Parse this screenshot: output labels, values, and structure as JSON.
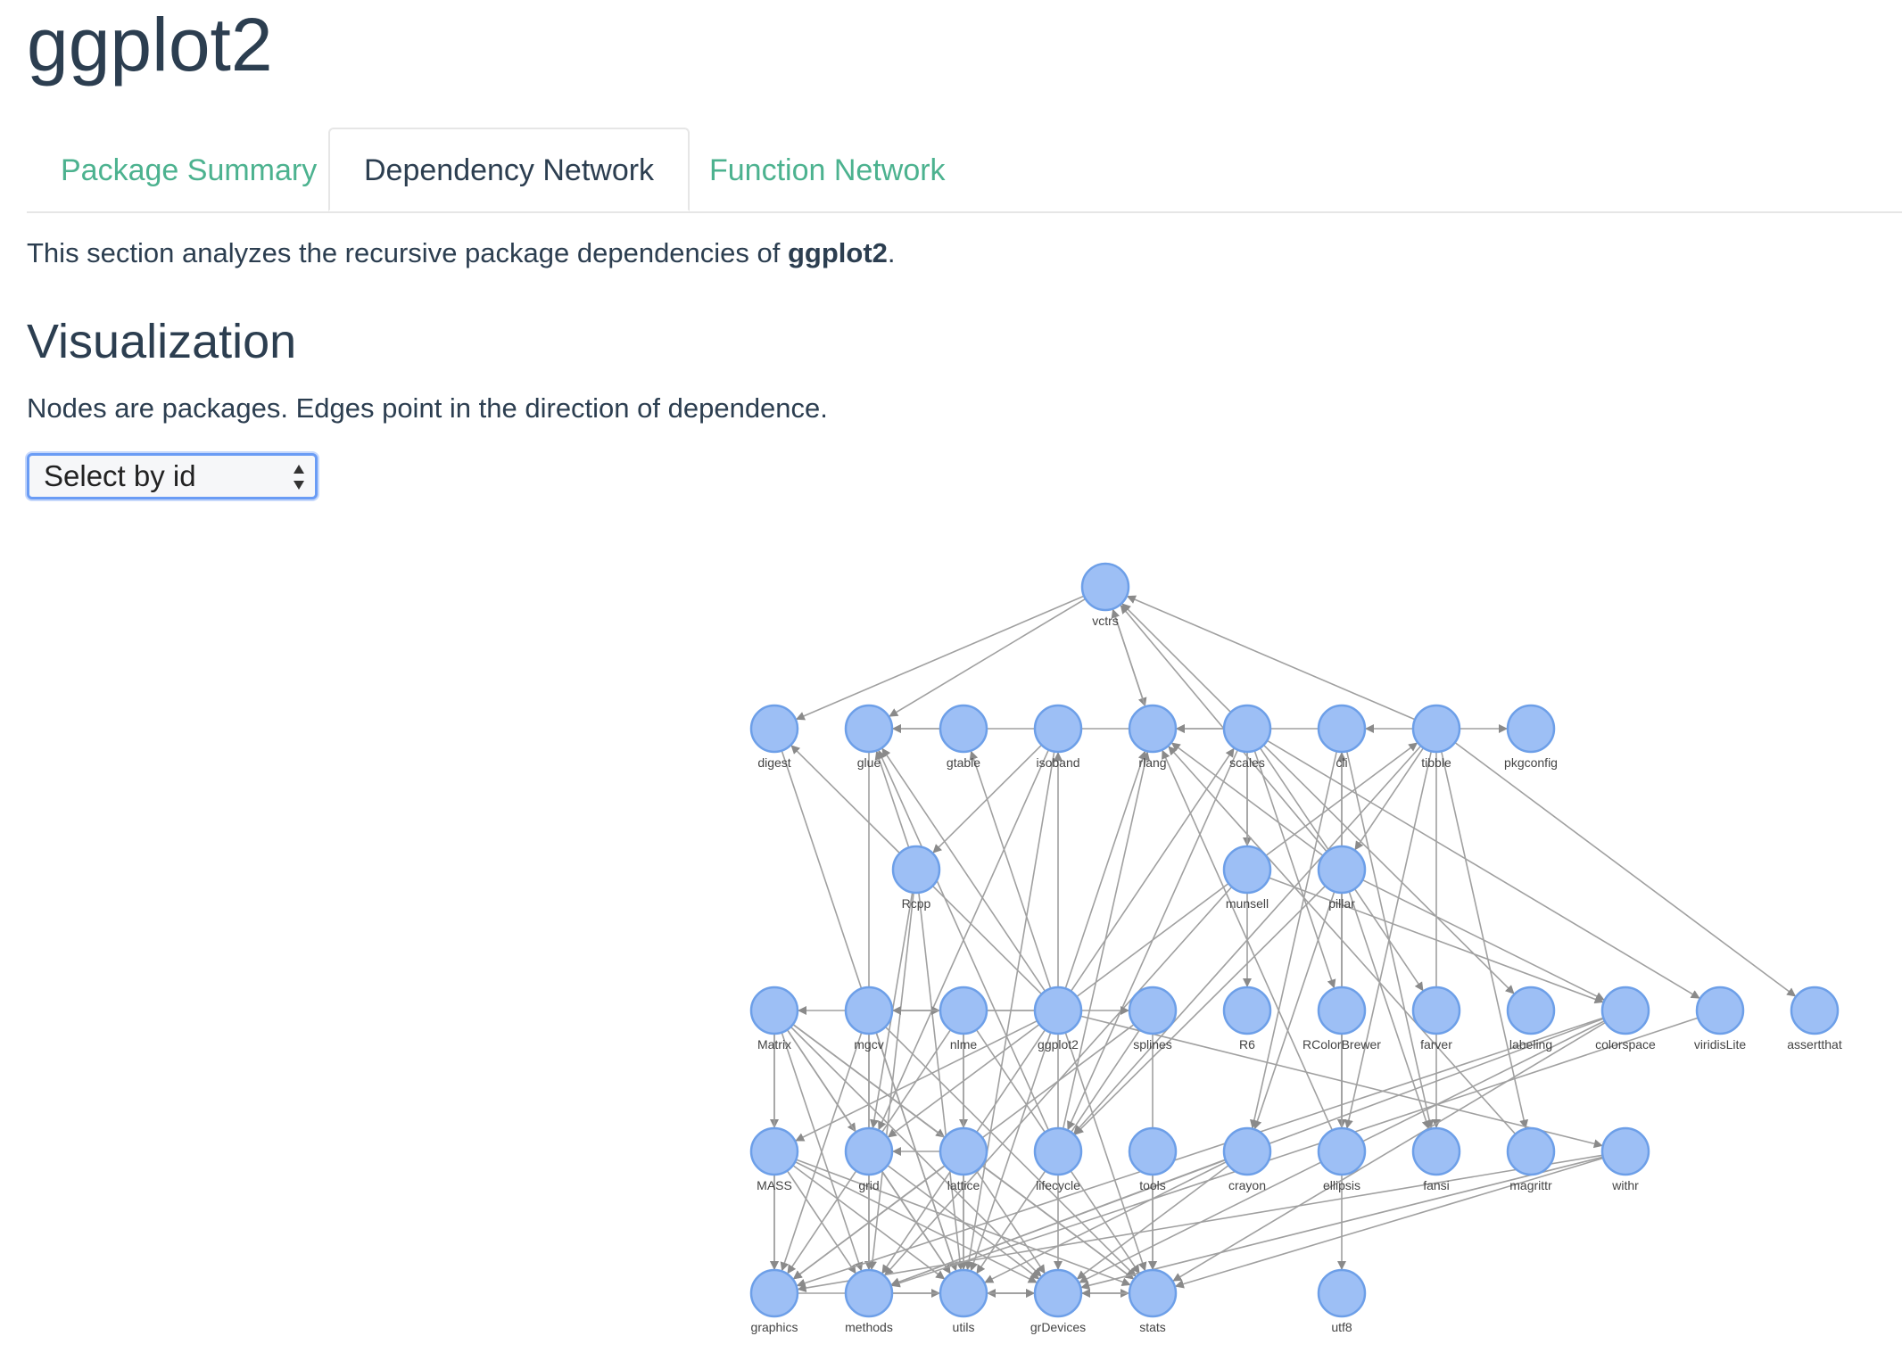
{
  "page": {
    "title": "ggplot2",
    "tabs": [
      {
        "label": "Package Summary",
        "active": false
      },
      {
        "label": "Dependency Network",
        "active": true
      },
      {
        "label": "Function Network",
        "active": false
      }
    ],
    "intro_prefix": "This section analyzes the recursive package dependencies of ",
    "intro_package": "ggplot2",
    "intro_suffix": ".",
    "section_title": "Visualization",
    "section_desc": "Nodes are packages. Edges point in the direction of dependence.",
    "select": {
      "value": "Select by id",
      "icon": "up-down-arrows-icon"
    }
  },
  "network": {
    "colors": {
      "node_fill": "#9dbff5",
      "node_stroke": "#6d9fe8",
      "edge": "#a0a0a0"
    },
    "nodes": [
      "vctrs",
      "digest",
      "glue",
      "gtable",
      "isoband",
      "rlang",
      "scales",
      "cli",
      "tibble",
      "pkgconfig",
      "Rcpp",
      "munsell",
      "pillar",
      "Matrix",
      "mgcv",
      "nlme",
      "ggplot2",
      "splines",
      "R6",
      "RColorBrewer",
      "farver",
      "labeling",
      "colorspace",
      "viridisLite",
      "assertthat",
      "MASS",
      "grid",
      "lattice",
      "lifecycle",
      "tools",
      "crayon",
      "ellipsis",
      "fansi",
      "magrittr",
      "withr",
      "graphics",
      "methods",
      "utils",
      "grDevices",
      "stats",
      "utf8"
    ],
    "edges": [
      [
        "vctrs",
        "digest"
      ],
      [
        "vctrs",
        "glue"
      ],
      [
        "vctrs",
        "rlang"
      ],
      [
        "rlang",
        "vctrs"
      ],
      [
        "scales",
        "vctrs"
      ],
      [
        "tibble",
        "vctrs"
      ],
      [
        "gtable",
        "glue"
      ],
      [
        "rlang",
        "glue"
      ],
      [
        "scales",
        "rlang"
      ],
      [
        "cli",
        "rlang"
      ],
      [
        "tibble",
        "cli"
      ],
      [
        "tibble",
        "pkgconfig"
      ],
      [
        "scales",
        "munsell"
      ],
      [
        "scales",
        "R6"
      ],
      [
        "scales",
        "RColorBrewer"
      ],
      [
        "scales",
        "farver"
      ],
      [
        "scales",
        "labeling"
      ],
      [
        "scales",
        "viridisLite"
      ],
      [
        "scales",
        "lifecycle"
      ],
      [
        "cli",
        "ellipsis"
      ],
      [
        "cli",
        "fansi"
      ],
      [
        "cli",
        "crayon"
      ],
      [
        "tibble",
        "pillar"
      ],
      [
        "tibble",
        "magrittr"
      ],
      [
        "tibble",
        "fansi"
      ],
      [
        "tibble",
        "lifecycle"
      ],
      [
        "tibble",
        "ellipsis"
      ],
      [
        "tibble",
        "assertthat"
      ],
      [
        "pillar",
        "cli"
      ],
      [
        "pillar",
        "crayon"
      ],
      [
        "pillar",
        "fansi"
      ],
      [
        "pillar",
        "rlang"
      ],
      [
        "pillar",
        "ellipsis"
      ],
      [
        "pillar",
        "vctrs"
      ],
      [
        "pillar",
        "colorspace"
      ],
      [
        "pillar",
        "utf8"
      ],
      [
        "pillar",
        "lifecycle"
      ],
      [
        "munsell",
        "colorspace"
      ],
      [
        "munsell",
        "methods"
      ],
      [
        "Rcpp",
        "glue"
      ],
      [
        "Rcpp",
        "methods"
      ],
      [
        "Rcpp",
        "utils"
      ],
      [
        "Rcpp",
        "grid"
      ],
      [
        "isoband",
        "Rcpp"
      ],
      [
        "isoband",
        "grid"
      ],
      [
        "isoband",
        "utils"
      ],
      [
        "digest",
        "utils"
      ],
      [
        "glue",
        "methods"
      ],
      [
        "Matrix",
        "MASS"
      ],
      [
        "Matrix",
        "grid"
      ],
      [
        "Matrix",
        "lattice"
      ],
      [
        "Matrix",
        "graphics"
      ],
      [
        "Matrix",
        "methods"
      ],
      [
        "Matrix",
        "utils"
      ],
      [
        "Matrix",
        "grDevices"
      ],
      [
        "Matrix",
        "stats"
      ],
      [
        "mgcv",
        "Matrix"
      ],
      [
        "mgcv",
        "nlme"
      ],
      [
        "mgcv",
        "splines"
      ],
      [
        "mgcv",
        "methods"
      ],
      [
        "mgcv",
        "utils"
      ],
      [
        "mgcv",
        "graphics"
      ],
      [
        "mgcv",
        "stats"
      ],
      [
        "nlme",
        "lattice"
      ],
      [
        "nlme",
        "graphics"
      ],
      [
        "nlme",
        "stats"
      ],
      [
        "nlme",
        "utils"
      ],
      [
        "ggplot2",
        "digest"
      ],
      [
        "ggplot2",
        "glue"
      ],
      [
        "ggplot2",
        "gtable"
      ],
      [
        "ggplot2",
        "isoband"
      ],
      [
        "ggplot2",
        "rlang"
      ],
      [
        "ggplot2",
        "scales"
      ],
      [
        "ggplot2",
        "tibble"
      ],
      [
        "ggplot2",
        "mgcv"
      ],
      [
        "ggplot2",
        "MASS"
      ],
      [
        "ggplot2",
        "withr"
      ],
      [
        "ggplot2",
        "grid"
      ],
      [
        "ggplot2",
        "grDevices"
      ],
      [
        "ggplot2",
        "stats"
      ],
      [
        "ggplot2",
        "methods"
      ],
      [
        "ggplot2",
        "utils"
      ],
      [
        "splines",
        "graphics"
      ],
      [
        "splines",
        "stats"
      ],
      [
        "splines",
        "utils"
      ],
      [
        "MASS",
        "graphics"
      ],
      [
        "MASS",
        "methods"
      ],
      [
        "MASS",
        "stats"
      ],
      [
        "MASS",
        "utils"
      ],
      [
        "MASS",
        "grDevices"
      ],
      [
        "grid",
        "grDevices"
      ],
      [
        "grid",
        "utils"
      ],
      [
        "lattice",
        "grid"
      ],
      [
        "lattice",
        "graphics"
      ],
      [
        "lattice",
        "grDevices"
      ],
      [
        "lattice",
        "stats"
      ],
      [
        "lattice",
        "utils"
      ],
      [
        "lifecycle",
        "glue"
      ],
      [
        "lifecycle",
        "rlang"
      ],
      [
        "tools",
        "stats"
      ],
      [
        "crayon",
        "grDevices"
      ],
      [
        "crayon",
        "methods"
      ],
      [
        "crayon",
        "utils"
      ],
      [
        "ellipsis",
        "rlang"
      ],
      [
        "colorspace",
        "graphics"
      ],
      [
        "colorspace",
        "grDevices"
      ],
      [
        "colorspace",
        "stats"
      ],
      [
        "colorspace",
        "methods"
      ],
      [
        "viridisLite",
        "methods"
      ],
      [
        "withr",
        "graphics"
      ],
      [
        "withr",
        "grDevices"
      ],
      [
        "withr",
        "stats"
      ],
      [
        "magrittr",
        "rlang"
      ],
      [
        "graphics",
        "grDevices"
      ],
      [
        "methods",
        "utils"
      ],
      [
        "methods",
        "stats"
      ],
      [
        "stats",
        "utils"
      ],
      [
        "stats",
        "grDevices"
      ],
      [
        "utils",
        "grDevices"
      ]
    ]
  }
}
